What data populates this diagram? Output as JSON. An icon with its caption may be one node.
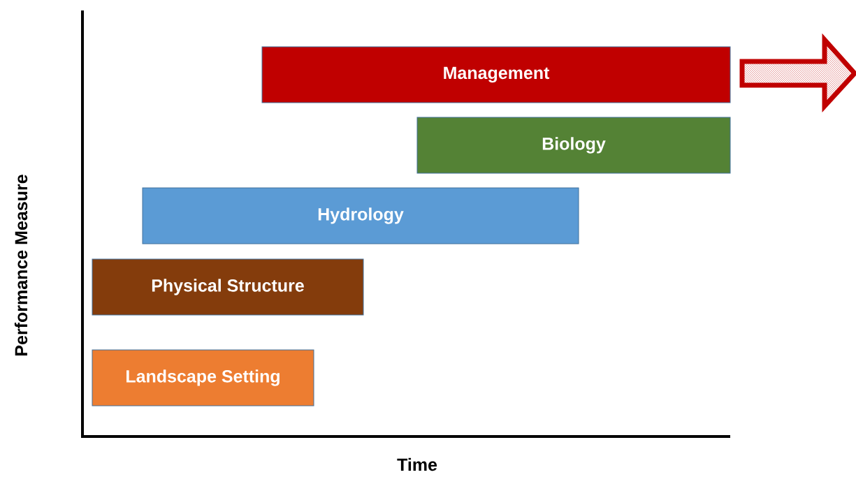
{
  "diagram": {
    "nodes": [
      {
        "text": [
          "Management"
        ]
      },
      {
        "text": [
          "Biology"
        ]
      },
      {
        "text": [
          "Hydrology"
        ]
      },
      {
        "text": [
          "Physical Structure"
        ]
      },
      {
        "text": [
          "Landscape Setting"
        ]
      }
    ],
    "labels": [
      "Performance Measure",
      "Time"
    ]
  }
}
